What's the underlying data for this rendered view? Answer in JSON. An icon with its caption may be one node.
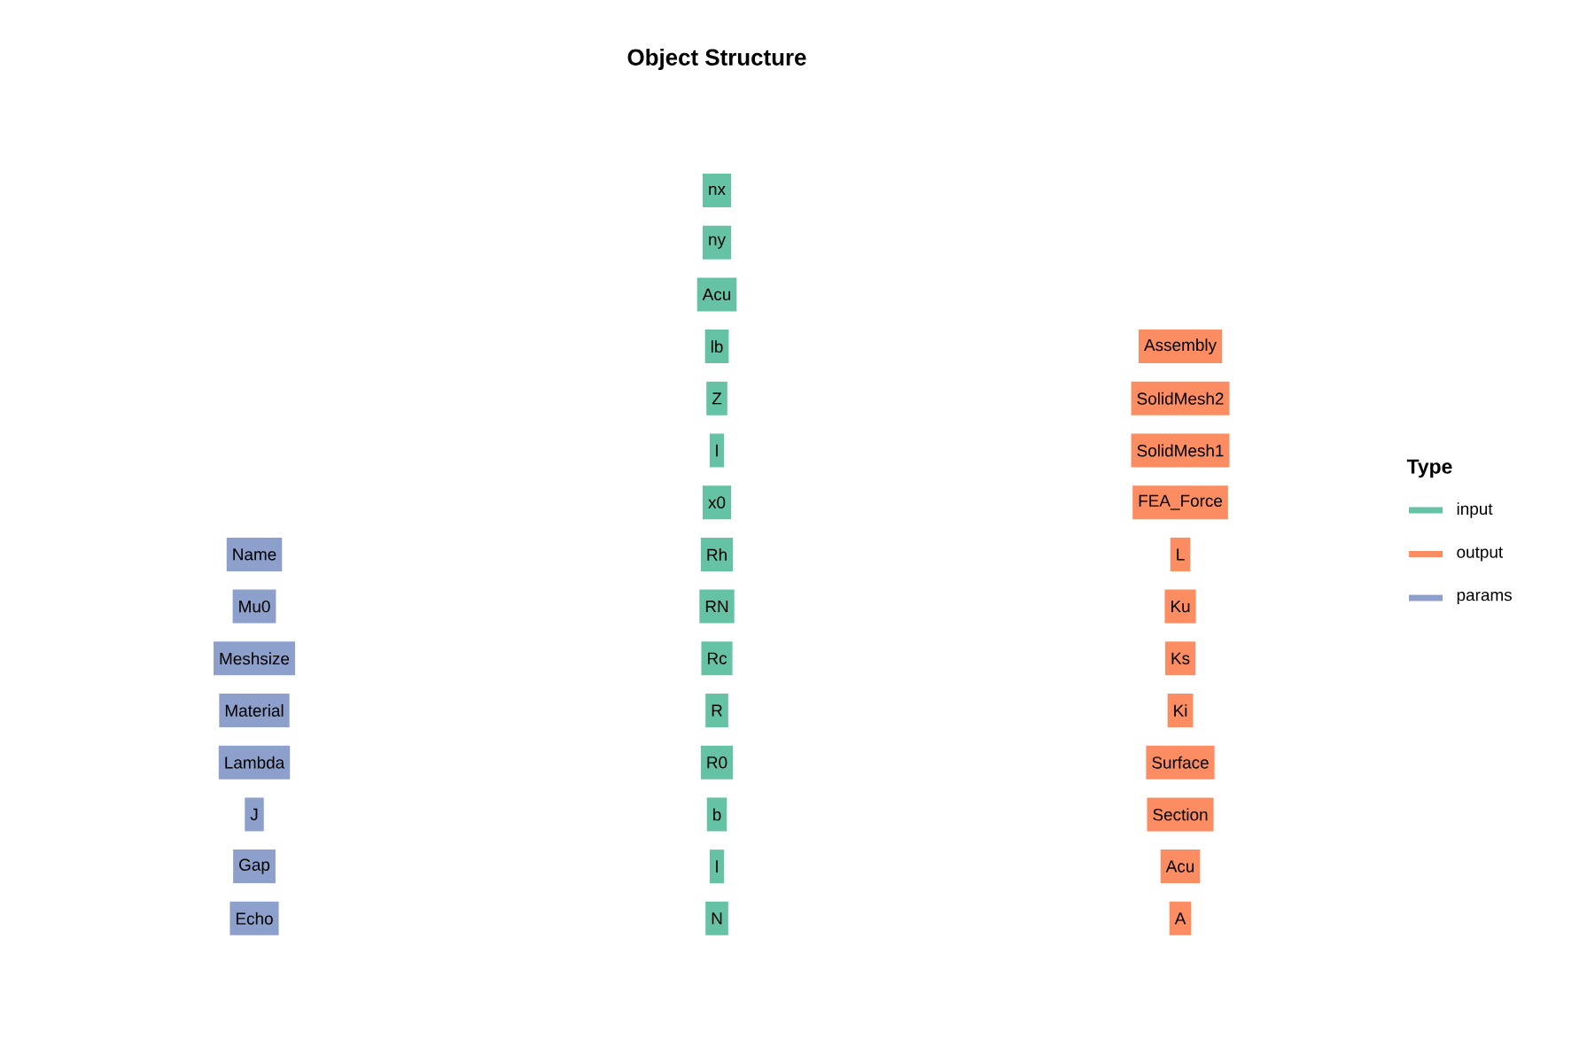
{
  "diagram": {
    "title": "Object Structure",
    "nodes": [
      {
        "text": [
          "Name"
        ]
      },
      {
        "text": [
          "Mu0"
        ]
      },
      {
        "text": [
          "Meshsize"
        ]
      },
      {
        "text": [
          "Material"
        ]
      },
      {
        "text": [
          "Lambda"
        ]
      },
      {
        "text": [
          "J"
        ]
      },
      {
        "text": [
          "Gap"
        ]
      },
      {
        "text": [
          "Echo"
        ]
      },
      {
        "text": [
          "nx"
        ]
      },
      {
        "text": [
          "ny"
        ]
      },
      {
        "text": [
          "Acu"
        ]
      },
      {
        "text": [
          "lb"
        ]
      },
      {
        "text": [
          "Z"
        ]
      },
      {
        "text": [
          "l"
        ]
      },
      {
        "text": [
          "x0"
        ]
      },
      {
        "text": [
          "Rh"
        ]
      },
      {
        "text": [
          "RN"
        ]
      },
      {
        "text": [
          "Rc"
        ]
      },
      {
        "text": [
          "R"
        ]
      },
      {
        "text": [
          "R0"
        ]
      },
      {
        "text": [
          "b"
        ]
      },
      {
        "text": [
          "l"
        ]
      },
      {
        "text": [
          "N"
        ]
      },
      {
        "text": [
          "Assembly"
        ]
      },
      {
        "text": [
          "SolidMesh2"
        ]
      },
      {
        "text": [
          "SolidMesh1"
        ]
      },
      {
        "text": [
          "FEA_Force"
        ]
      },
      {
        "text": [
          "L"
        ]
      },
      {
        "text": [
          "Ku"
        ]
      },
      {
        "text": [
          "Ks"
        ]
      },
      {
        "text": [
          "Ki"
        ]
      },
      {
        "text": [
          "Surface"
        ]
      },
      {
        "text": [
          "Section"
        ]
      },
      {
        "text": [
          "Acu"
        ]
      },
      {
        "text": [
          "A"
        ]
      }
    ],
    "labels": [
      "Type"
    ],
    "legend": [
      {
        "text": "input",
        "color": "#66c2a5"
      },
      {
        "text": "output",
        "color": "#fc8d62"
      },
      {
        "text": "params",
        "color": "#8da0cb"
      }
    ]
  }
}
